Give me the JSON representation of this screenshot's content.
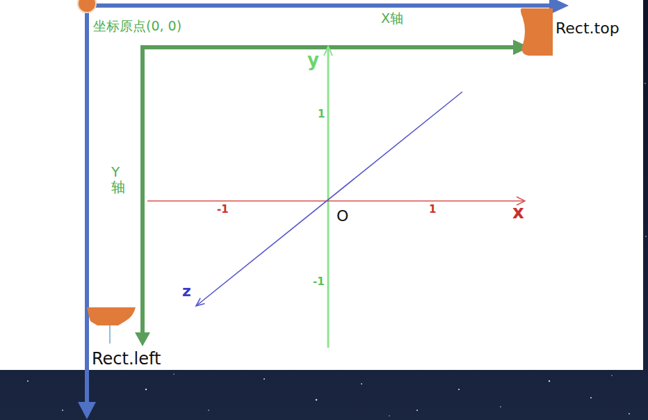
{
  "diagram": {
    "labels": [
      "坐标原点(0, 0)",
      "X轴",
      "Rect.top",
      "y",
      "1",
      "Y 轴",
      "-1",
      "1",
      "x",
      "O",
      "-1",
      "z",
      "Rect.left"
    ]
  }
}
